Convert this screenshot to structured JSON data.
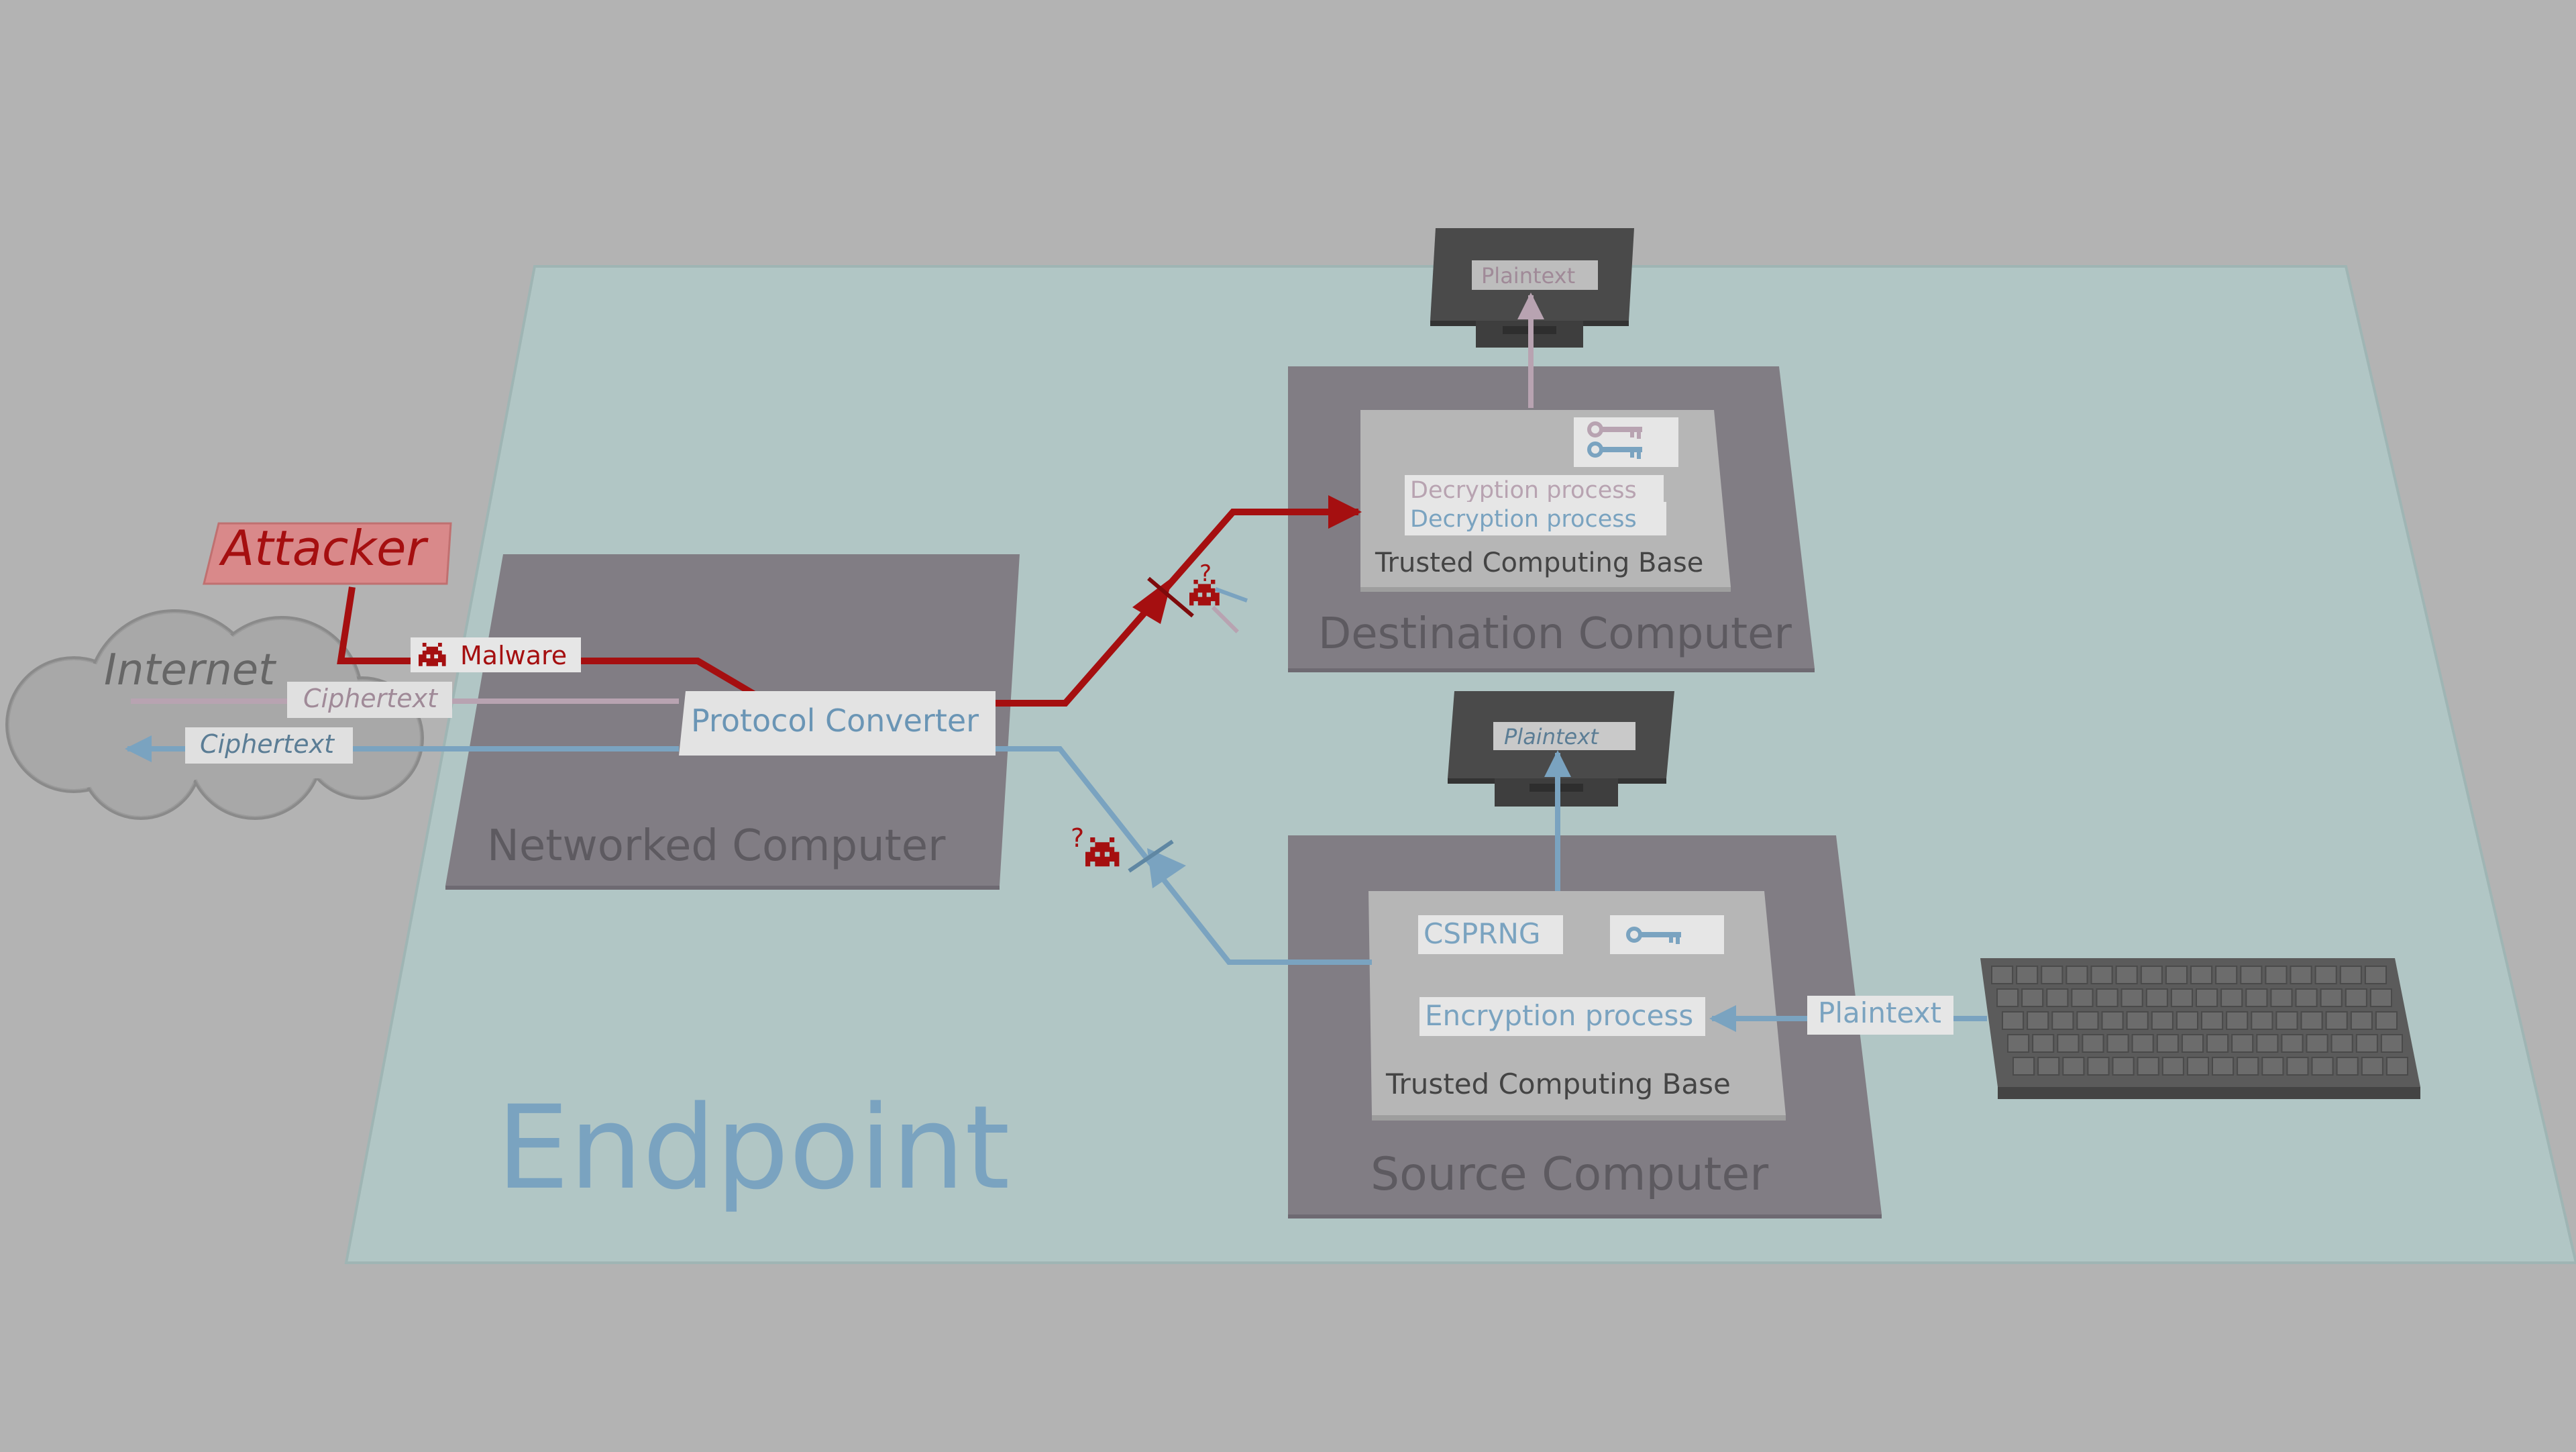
{
  "labels": {
    "attacker": "Attacker",
    "internet": "Internet",
    "malware": "Malware",
    "ciphertext_upper": "Ciphertext",
    "ciphertext_lower": "Ciphertext",
    "protocol_converter": "Protocol Converter",
    "networked_computer": "Networked Computer",
    "destination_computer": "Destination Computer",
    "source_computer": "Source Computer",
    "endpoint": "Endpoint",
    "plaintext_destination_monitor": "Plaintext",
    "plaintext_source_monitor": "Plaintext",
    "plaintext_keyboard": "Plaintext",
    "decryption_process_1": "Decryption process",
    "decryption_process_2": "Decryption process",
    "trusted_computing_base_destination": "Trusted Computing Base",
    "trusted_computing_base_source": "Trusted Computing Base",
    "csprng": "CSPRNG",
    "encryption_process": "Encryption process",
    "question_mark_upper": "?",
    "question_mark_lower": "?"
  },
  "colors": {
    "background": "#b3b3b3",
    "endpoint_plane": "#b1c6c5",
    "computer_box": "#817d84",
    "tcb_box": "#b6b6b6",
    "attacker_red": "#a50f10",
    "attacker_fill": "#d9898a",
    "blue": "#7aa3c0",
    "mauve": "#b8a3b1",
    "monitor": "#4a4a4a",
    "keyboard": "#5b5b5b"
  },
  "icons": [
    "invader-icon",
    "key-icon",
    "monitor-icon",
    "keyboard-icon",
    "cloud-icon",
    "cut-mark-icon"
  ]
}
